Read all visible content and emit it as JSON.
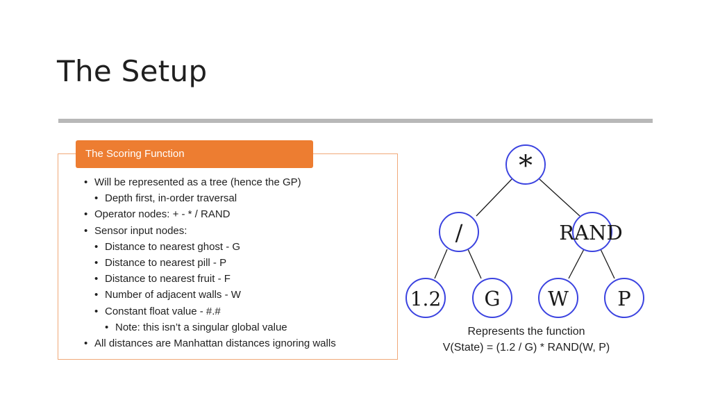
{
  "slide": {
    "title": "The Setup"
  },
  "scoring_box": {
    "header": "The Scoring Function",
    "bullets": [
      {
        "level": 1,
        "text": "Will be represented as a tree (hence the GP)"
      },
      {
        "level": 2,
        "text": "Depth first, in-order traversal"
      },
      {
        "level": 1,
        "text": "Operator nodes: + - * / RAND"
      },
      {
        "level": 1,
        "text": "Sensor input nodes:"
      },
      {
        "level": 2,
        "text": "Distance to nearest ghost - G"
      },
      {
        "level": 2,
        "text": "Distance to nearest pill - P"
      },
      {
        "level": 2,
        "text": "Distance to nearest fruit - F"
      },
      {
        "level": 2,
        "text": "Number of adjacent walls - W"
      },
      {
        "level": 2,
        "text": "Constant float value - #.#"
      },
      {
        "level": 3,
        "text": "Note: this isn’t a singular global value"
      },
      {
        "level": 1,
        "text": "All distances are Manhattan distances ignoring walls"
      }
    ]
  },
  "tree": {
    "nodes": {
      "root": "*",
      "divide": "/",
      "rand": "RAND",
      "const": "1.2",
      "ghost": "G",
      "walls": "W",
      "pill": "P"
    },
    "caption_line1": "Represents the function",
    "caption_line2": "V(State) = (1.2 / G) * RAND(W, P)"
  },
  "colors": {
    "accent": "#ed7d31",
    "box_border": "#f0a878",
    "node_border": "#3b43e0",
    "divider": "#b8b8b8"
  }
}
